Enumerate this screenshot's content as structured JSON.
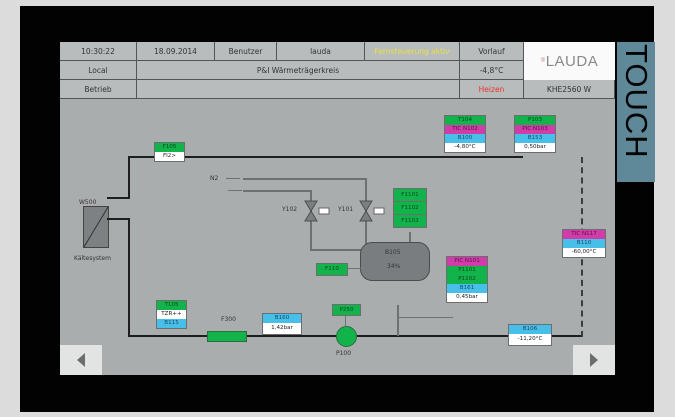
{
  "header": {
    "time": "10:30:22",
    "date": "18.09.2014",
    "user_label": "Benutzer",
    "user": "lauda",
    "permission": "Fernsteuerung aktiv",
    "mode": "Local",
    "title": "P&I Wärmeträgerkreis",
    "state": "Betrieb",
    "flow_label": "Vorlauf",
    "flow_value": "-4,8°C",
    "action": "Heizen",
    "logo": "LAUDA",
    "model": "KHE2560 W",
    "colors": {
      "permission": "#e6e04a",
      "action": "#e8352c"
    }
  },
  "bezel": {
    "brand": "TOUCH"
  },
  "diagram": {
    "components": {
      "heat_exchanger": {
        "label": "W500",
        "caption": "Kältesystem"
      },
      "n2_label": "N2",
      "valve_1": {
        "label": "Y102"
      },
      "valve_2": {
        "label": "Y101"
      },
      "tank": {
        "label": "B105",
        "value": "34%"
      },
      "filter": {
        "label": "F300"
      },
      "pump": {
        "label": "P100"
      }
    },
    "tags": {
      "f105": [
        "F105",
        "FI2>"
      ],
      "t104": [
        "T104",
        "TIC N102",
        "B100",
        "-4,80°C"
      ],
      "p103": [
        "P103",
        "PIC N103",
        "B153",
        "0,50bar"
      ],
      "tank_switches": [
        "F1101",
        "F1102",
        "F1103"
      ],
      "f110": [
        "F110"
      ],
      "p_right": [
        "PIC N101",
        "P1101",
        "P1102",
        "B161",
        "0,45bar"
      ],
      "t_far": [
        "TIC N117",
        "B110",
        "-60,00°C"
      ],
      "t105": [
        "T105",
        "TZR++",
        "B115"
      ],
      "p160": [
        "B160",
        "1,42bar"
      ],
      "p250": [
        "P250"
      ],
      "t106": [
        "B106",
        "-11,20°C"
      ]
    }
  },
  "nav": {
    "prev": "previous-page",
    "next": "next-page"
  }
}
